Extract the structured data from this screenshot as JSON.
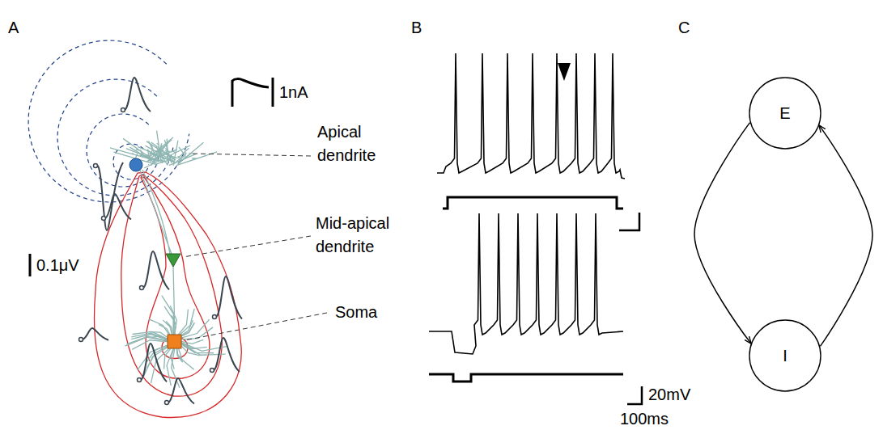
{
  "diagram": {
    "nodes": [
      {
        "text": [
          "E"
        ]
      },
      {
        "text": [
          "I"
        ]
      }
    ],
    "edges": [
      {
        "from": 0,
        "to": 1,
        "arrow": "to"
      },
      {
        "from": 1,
        "to": 0,
        "arrow": "to"
      }
    ],
    "labels": [
      "A",
      "B",
      "C",
      "1nA",
      "Apical dendrite",
      "Mid-apical dendrite",
      "Soma",
      "0.1μV",
      "20mV",
      "100ms"
    ]
  }
}
